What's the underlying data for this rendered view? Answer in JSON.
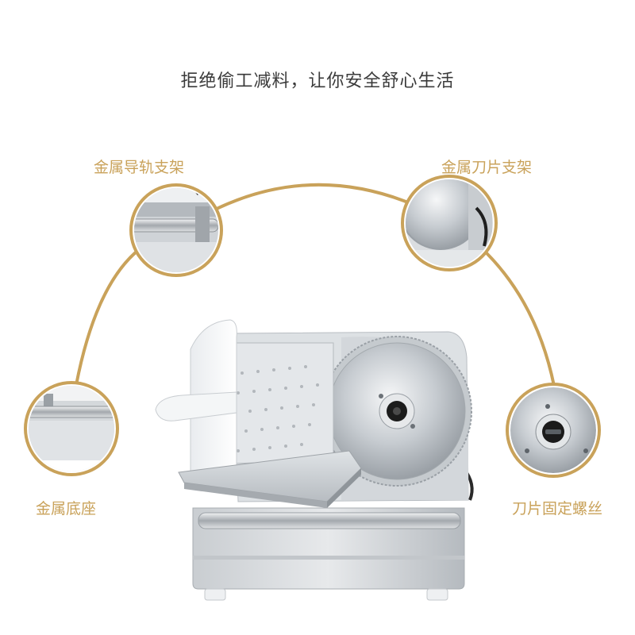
{
  "headline": "拒绝偷工减料，让你安全舒心生活",
  "callouts": {
    "top_left": "金属导轨支架",
    "top_right": "金属刀片支架",
    "bottom_left": "金属底座",
    "bottom_right": "刀片固定螺丝"
  },
  "colors": {
    "accent_gold": "#c9a25a",
    "headline_text": "#3a3a3a",
    "metal_light": "#e9ebed",
    "metal_mid": "#b9bec3",
    "metal_dark": "#6f757b"
  }
}
